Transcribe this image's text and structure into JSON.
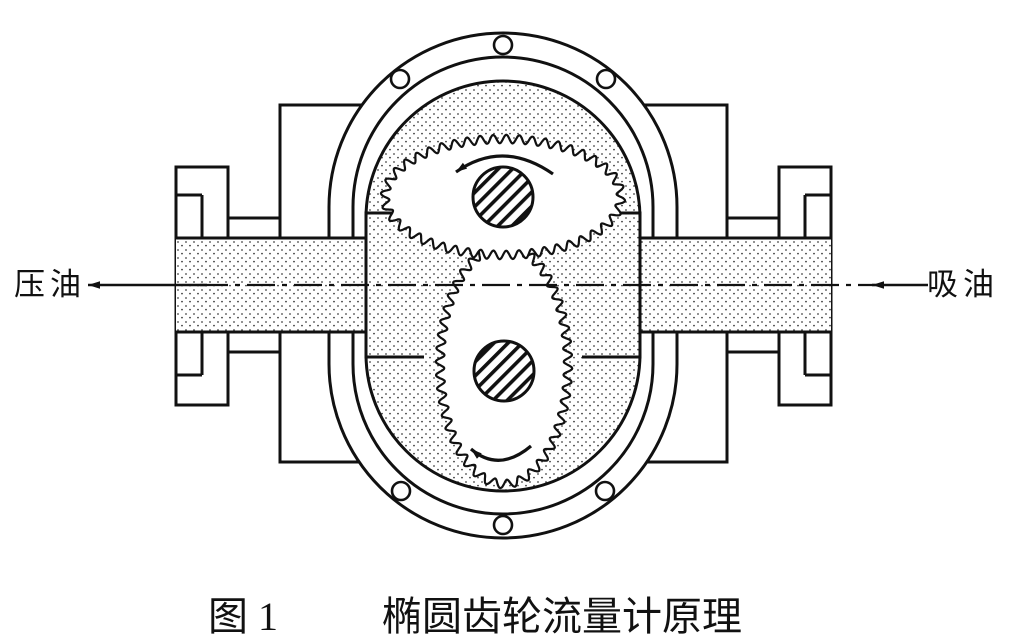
{
  "figure_caption": {
    "number": "图 1",
    "title": "椭圆齿轮流量计原理"
  },
  "flow_labels": {
    "left": "压油",
    "right": "吸油"
  },
  "diagram": {
    "name": "oval-gear-flowmeter-principle-drawing",
    "line_color": "#111111",
    "background_color": "#ffffff",
    "fluid_texture": "stippled-dots",
    "shaft_texture": "diagonal-hatch",
    "top_gear_rotation": "counterclockwise",
    "bottom_gear_rotation": "clockwise",
    "flow_direction": "right-to-left",
    "bolt_count": 6
  }
}
